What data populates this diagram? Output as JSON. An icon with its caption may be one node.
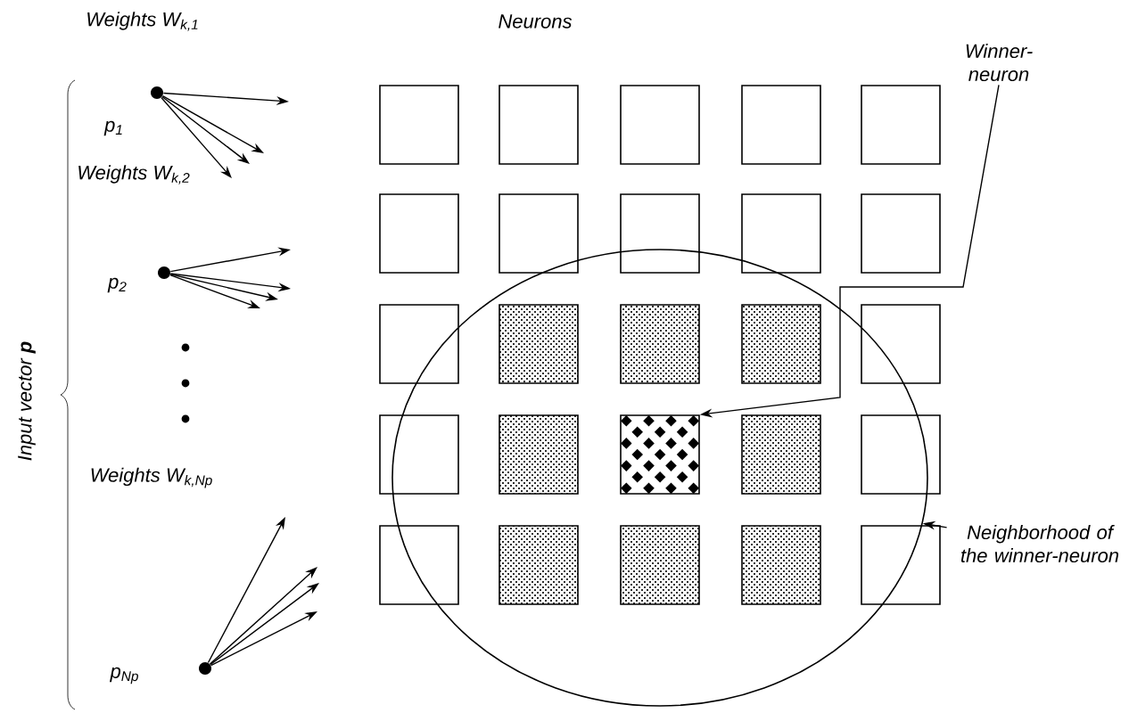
{
  "diagram": {
    "nodes": [
      {
        "text": [],
        "shape": "circle"
      },
      {
        "text": [],
        "shape": "box"
      },
      {
        "text": [],
        "shape": "box"
      },
      {
        "text": [],
        "shape": "box"
      },
      {
        "text": [],
        "shape": "box"
      },
      {
        "text": [],
        "shape": "box"
      },
      {
        "text": [],
        "shape": "box"
      },
      {
        "text": [],
        "shape": "box"
      },
      {
        "text": [],
        "shape": "box"
      },
      {
        "text": [],
        "shape": "box"
      },
      {
        "text": [],
        "shape": "box"
      },
      {
        "text": [],
        "shape": "box"
      },
      {
        "text": [],
        "shape": "box",
        "in": 0
      },
      {
        "text": [],
        "shape": "box",
        "in": 0
      },
      {
        "text": [],
        "shape": "box",
        "in": 0
      },
      {
        "text": [],
        "shape": "box"
      },
      {
        "text": [],
        "shape": "box"
      },
      {
        "text": [],
        "shape": "box",
        "in": 0
      },
      {
        "text": [],
        "shape": "box",
        "in": 0
      },
      {
        "text": [],
        "shape": "box",
        "in": 0
      },
      {
        "text": [],
        "shape": "box"
      },
      {
        "text": [],
        "shape": "box"
      },
      {
        "text": [],
        "shape": "box",
        "in": 0
      },
      {
        "text": [],
        "shape": "box",
        "in": 0
      },
      {
        "text": [],
        "shape": "box",
        "in": 0
      },
      {
        "text": [],
        "shape": "box"
      },
      {
        "text": [],
        "shape": "circle",
        "beside": [
          "p$_{1}$"
        ]
      },
      {
        "text": [],
        "shape": "circle",
        "beside": [
          "p$_{2}$"
        ]
      },
      {
        "text": [],
        "shape": "circle",
        "beside": [
          "p$_{Np}$"
        ]
      },
      {
        "text": [
          "Winner-neuron"
        ]
      },
      {
        "text": [
          "Neighborhood of the winner-neuron"
        ]
      }
    ],
    "edges": [
      {
        "from": 26,
        "to": null,
        "arrow": "to"
      },
      {
        "from": 26,
        "to": null,
        "arrow": "to"
      },
      {
        "from": 26,
        "to": null,
        "arrow": "to"
      },
      {
        "from": 26,
        "to": null,
        "arrow": "to"
      },
      {
        "from": 27,
        "to": null,
        "arrow": "to"
      },
      {
        "from": 27,
        "to": null,
        "arrow": "to"
      },
      {
        "from": 27,
        "to": null,
        "arrow": "to"
      },
      {
        "from": 27,
        "to": null,
        "arrow": "to"
      },
      {
        "from": 28,
        "to": null,
        "arrow": "to"
      },
      {
        "from": 28,
        "to": null,
        "arrow": "to"
      },
      {
        "from": 28,
        "to": null,
        "arrow": "to"
      },
      {
        "from": 28,
        "to": null,
        "arrow": "to"
      },
      {
        "from": 29,
        "to": 18,
        "arrow": "to"
      },
      {
        "from": 30,
        "to": 0,
        "arrow": "to"
      }
    ],
    "labels": [
      "Neurons",
      "Weights W$_{k,1}$",
      "Weights W$_{k,2}$",
      "Weights W$_{k,Np}$",
      "Input vector **p**"
    ]
  }
}
